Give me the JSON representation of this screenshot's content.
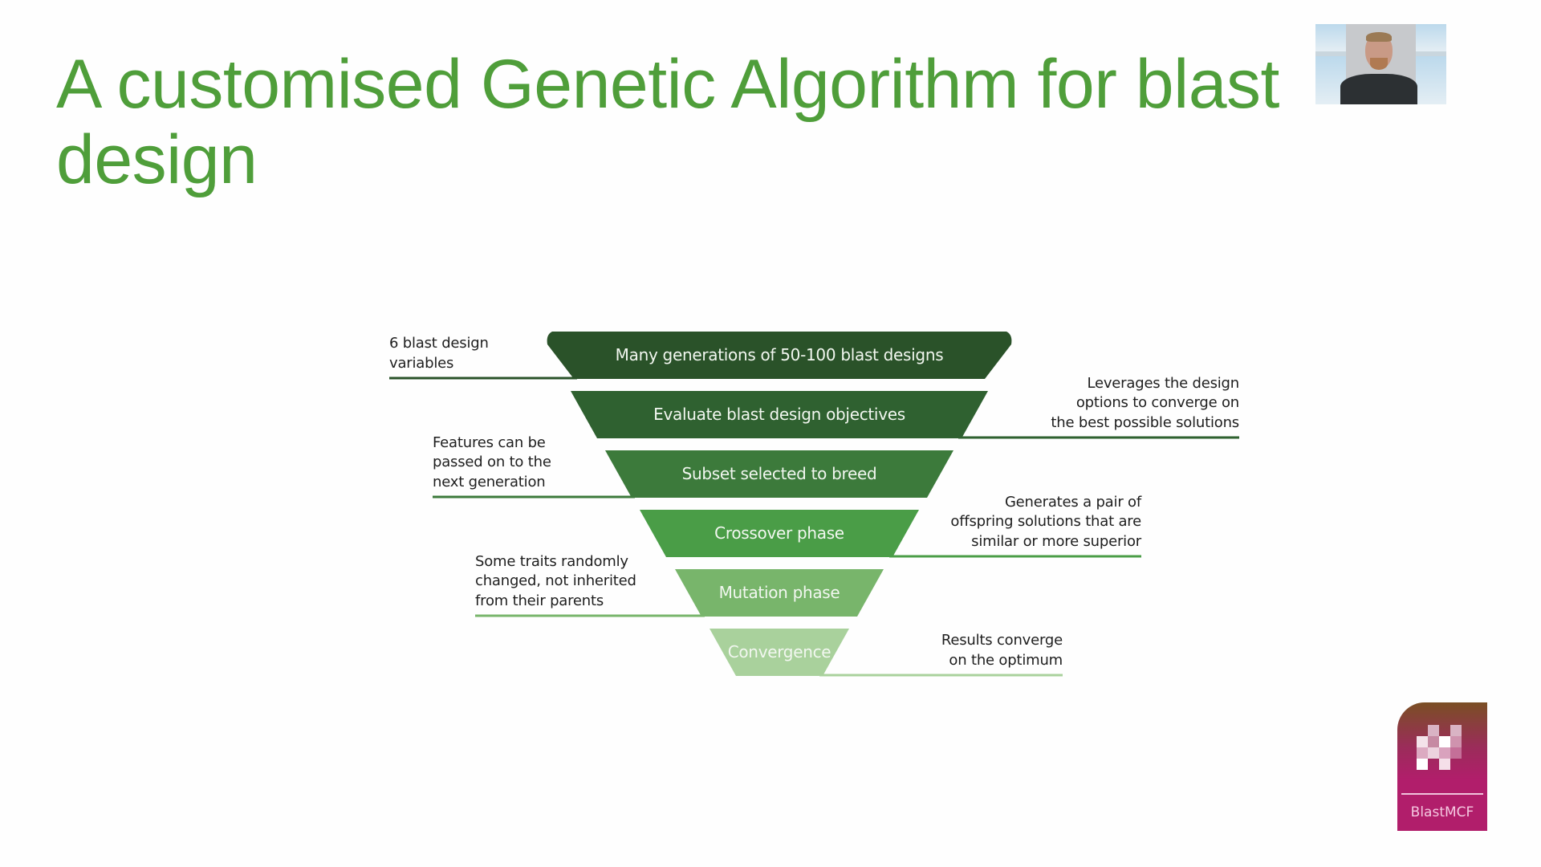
{
  "slide": {
    "title": "A customised Genetic Algorithm for blast design"
  },
  "webcam": {
    "description": "presenter video feed"
  },
  "funnel": {
    "steps": [
      {
        "label": "Many generations of 50-100 blast designs",
        "color": "#2a5229"
      },
      {
        "label": "Evaluate blast design objectives",
        "color": "#2f6130"
      },
      {
        "label": "Subset selected to breed",
        "color": "#3c7a3b"
      },
      {
        "label": "Crossover phase",
        "color": "#4a9d47"
      },
      {
        "label": "Mutation phase",
        "color": "#78b56b"
      },
      {
        "label": "Convergence",
        "color": "#a9d19c"
      }
    ],
    "notes_left": [
      {
        "lines": [
          "6 blast design",
          "variables"
        ],
        "step": 1
      },
      {
        "lines": [
          "Features can be",
          "passed on to the",
          "next generation"
        ],
        "step": 3
      },
      {
        "lines": [
          "Some traits randomly",
          "changed, not inherited",
          "from their parents"
        ],
        "step": 5
      }
    ],
    "notes_right": [
      {
        "lines": [
          "Leverages the design",
          "options to converge on",
          "the best possible solutions"
        ],
        "step": 2
      },
      {
        "lines": [
          "Generates a pair of",
          "offspring solutions that are",
          "similar or more superior"
        ],
        "step": 4
      },
      {
        "lines": [
          "Results converge",
          "on the optimum"
        ],
        "step": 6
      }
    ]
  },
  "logo": {
    "brand": "BlastMCF",
    "color": "#b11e6b"
  }
}
